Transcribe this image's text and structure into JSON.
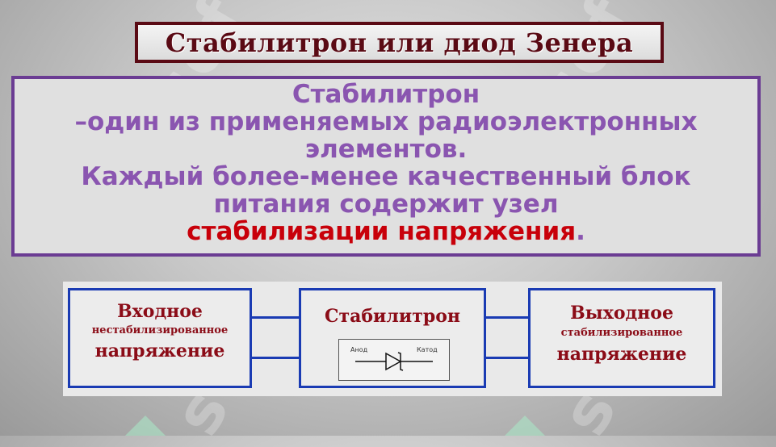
{
  "title": "Стабилитрон или диод Зенера",
  "description": {
    "line1": "Стабилитрон",
    "line2": "–один из применяемых радиоэлектронных",
    "line3": "элементов.",
    "line4": "Каждый более-менее качественный блок",
    "line5": "питания содержит узел",
    "line6_highlight": "стабилизации напряжения",
    "line6_end": "."
  },
  "diagram": {
    "input_block": {
      "line1": "Входное",
      "line2": "нестабилизированное",
      "line3": "напряжение"
    },
    "center_block": {
      "title": "Стабилитрон",
      "anode_label": "Анод",
      "cathode_label": "Катод"
    },
    "output_block": {
      "line1": "Выходное",
      "line2": "стабилизированное",
      "line3": "напряжение"
    }
  },
  "colors": {
    "title_border": "#5a0a14",
    "desc_border": "#6b3c93",
    "desc_text": "#8a55b0",
    "highlight": "#c8000a",
    "diagram_lines": "#1a3bb3",
    "diagram_text": "#8b0c17"
  }
}
